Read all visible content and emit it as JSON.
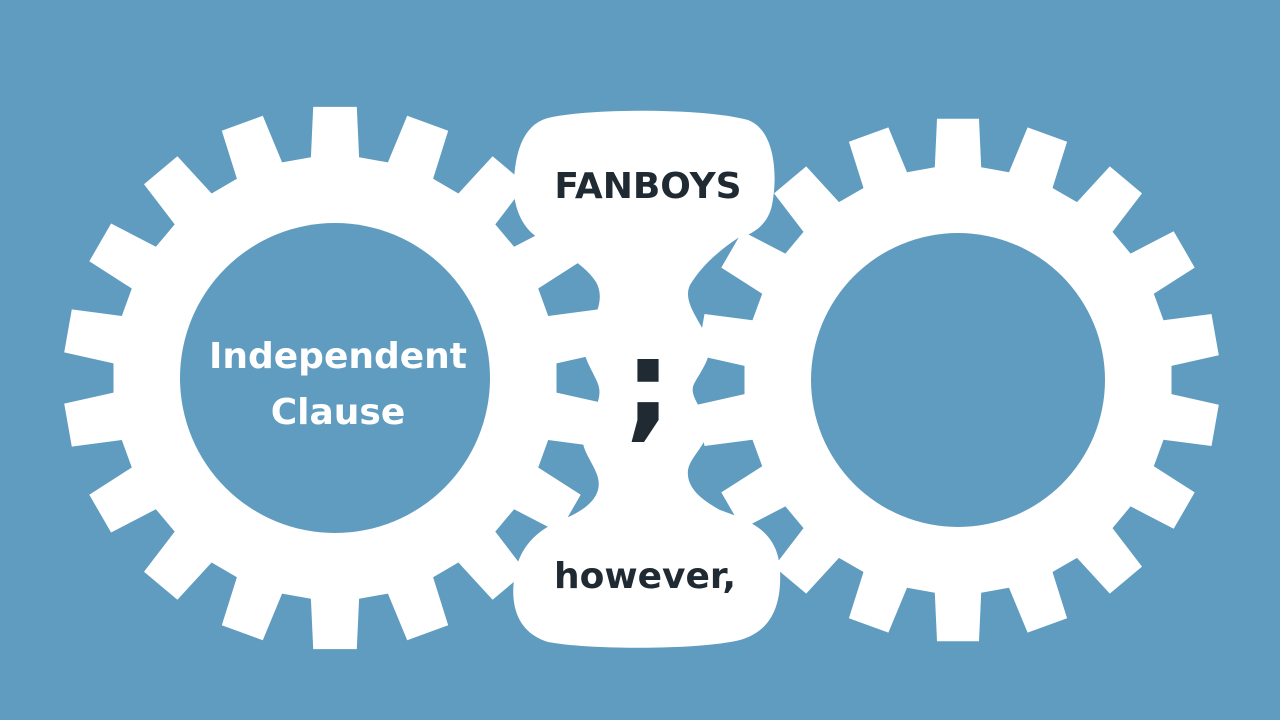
{
  "diagram": {
    "left_gear": {
      "line1": "Independent",
      "line2": "Clause"
    },
    "right_gear": {
      "line1": "",
      "line2": ""
    },
    "connector": {
      "top": "FANBOYS",
      "middle": ";",
      "bottom": "however,"
    }
  },
  "colors": {
    "background": "#5f9cc0",
    "gear": "#ffffff",
    "gear_hub": "#5f9cc0",
    "text_dark": "#1f2a33"
  },
  "icons": {
    "left_gear": "gear-icon",
    "right_gear": "gear-icon"
  }
}
